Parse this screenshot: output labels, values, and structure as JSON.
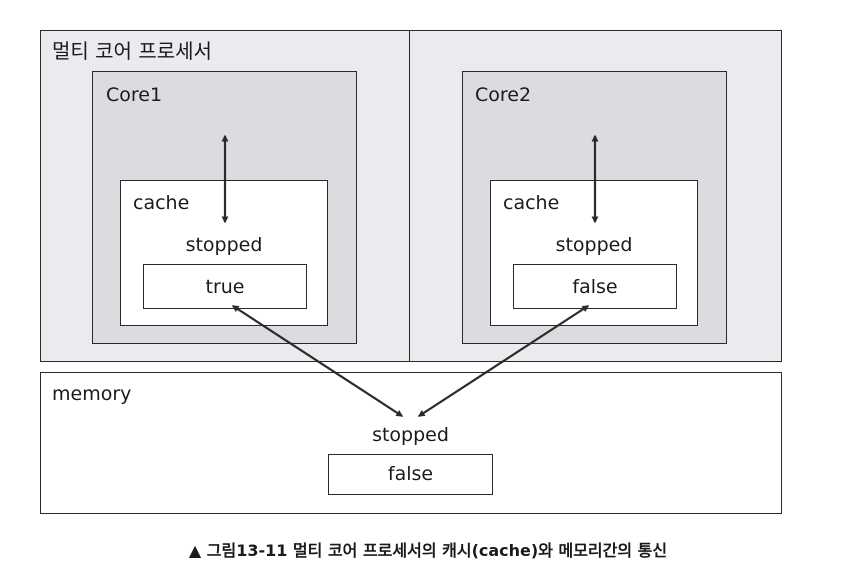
{
  "processor": {
    "title": "멀티 코어 프로세서"
  },
  "cores": [
    {
      "name": "Core1",
      "cache_label": "cache",
      "var_name": "stopped",
      "value": "true"
    },
    {
      "name": "Core2",
      "cache_label": "cache",
      "var_name": "stopped",
      "value": "false"
    }
  ],
  "memory": {
    "label": "memory",
    "var_name": "stopped",
    "value": "false"
  },
  "caption": "▲ 그림13-11  멀티 코어 프로세서의 캐시(cache)와 메모리간의 통신",
  "colors": {
    "processor_bg": "#ebebef",
    "core_bg": "#dcdce0",
    "line": "#2a2a2a"
  }
}
